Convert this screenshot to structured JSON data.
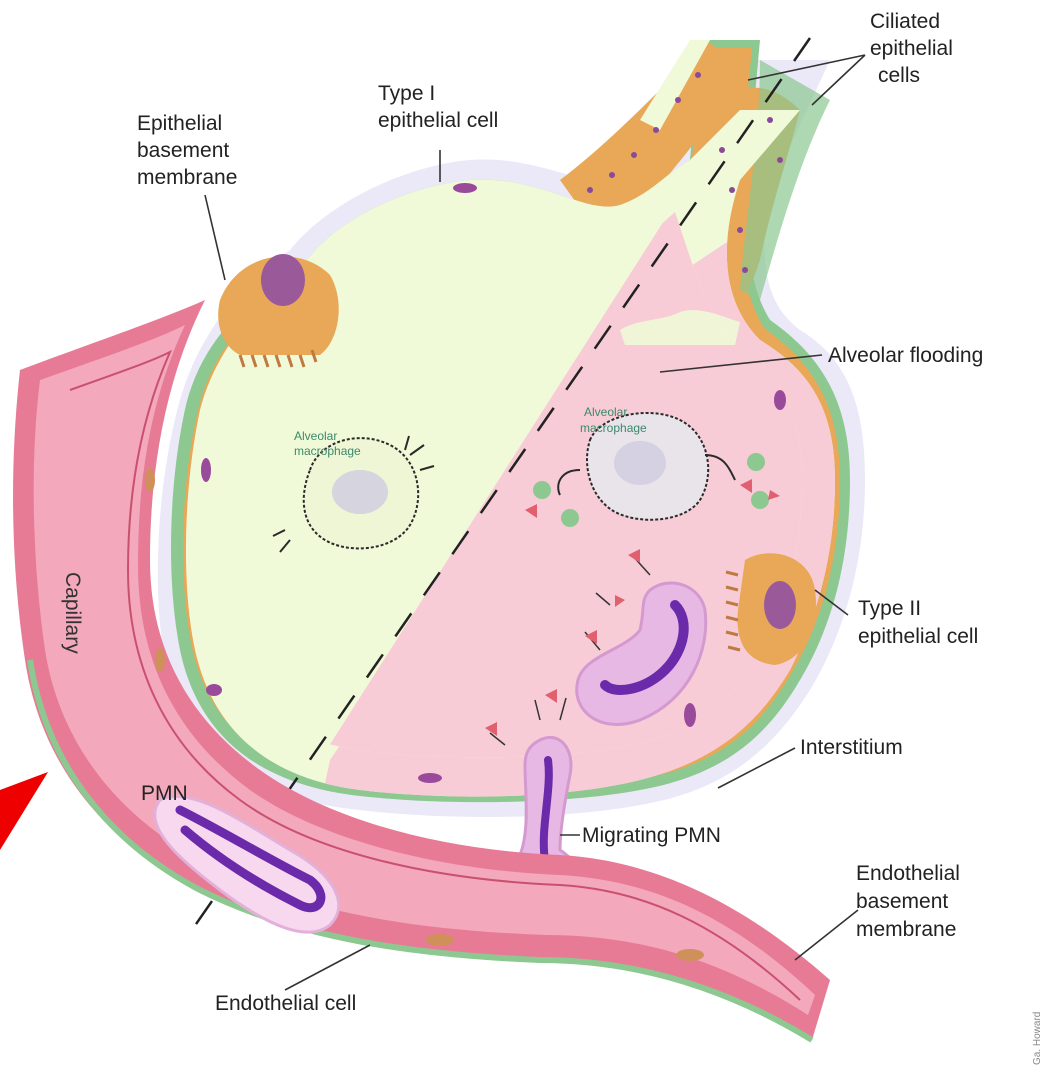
{
  "labels": {
    "ciliated_1": "Ciliated",
    "ciliated_2": "epithelial",
    "ciliated_3": "cells",
    "type1_1": "Type I",
    "type1_2": "epithelial cell",
    "ebm_1": "Epithelial",
    "ebm_2": "basement",
    "ebm_3": "membrane",
    "flooding": "Alveolar flooding",
    "macro_left_1": "Alveolar",
    "macro_left_2": "macrophage",
    "macro_right_1": "Alveolar",
    "macro_right_2": "macrophage",
    "type2_1": "Type II",
    "type2_2": "epithelial cell",
    "capillary": "Capillary",
    "interstitium": "Interstitium",
    "pmn": "PMN",
    "migrating_pmn": "Migrating PMN",
    "endo_bm_1": "Endothelial",
    "endo_bm_2": "basement",
    "endo_bm_3": "membrane",
    "endo_cell": "Endothelial cell",
    "credit": "Ga. Howard"
  },
  "colors": {
    "healthy_alveolus": "#f0fad8",
    "flooded_alveolus": "#f8ccd6",
    "epithelium": "#e8a858",
    "basement_membrane": "#8cc890",
    "capillary": "#e77b96",
    "pmn": "#6a2aaa",
    "arrow": "#ee0000"
  }
}
